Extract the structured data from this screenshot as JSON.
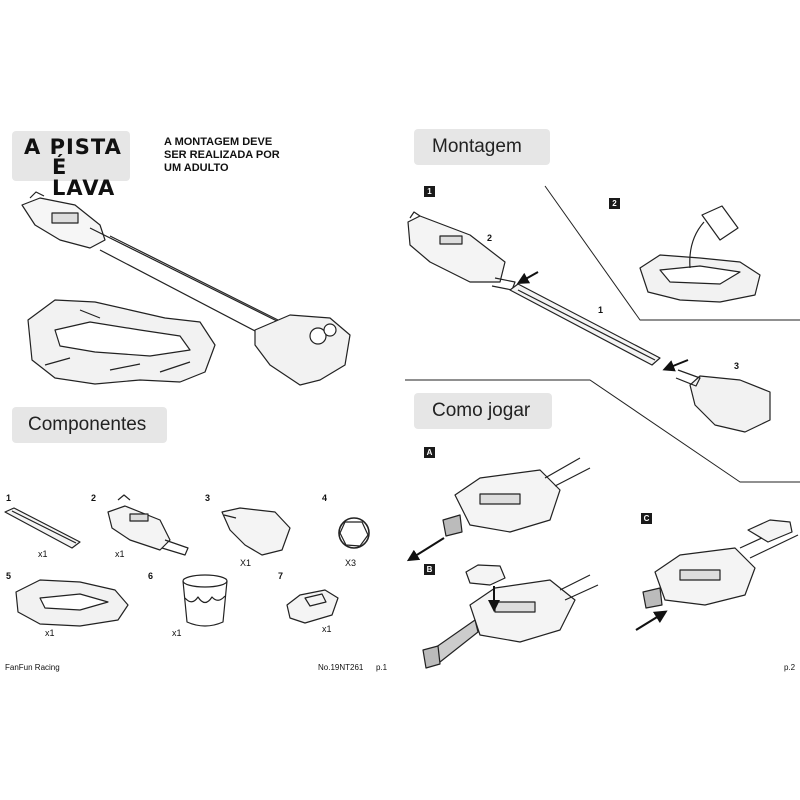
{
  "left_page": {
    "title_line1": "A PISTA",
    "title_line2": "É LAVA",
    "adult_notice": [
      "A MONTAGEM DEVE",
      "SER REALIZADA POR",
      "UM ADULTO"
    ],
    "components_heading": "Componentes",
    "components": [
      {
        "number": "1",
        "quantity": "x1"
      },
      {
        "number": "2",
        "quantity": "x1"
      },
      {
        "number": "3",
        "quantity": "X1"
      },
      {
        "number": "4",
        "quantity": "X3"
      },
      {
        "number": "5",
        "quantity": "x1"
      },
      {
        "number": "6",
        "quantity": "x1"
      },
      {
        "number": "7",
        "quantity": "x1"
      }
    ],
    "footer_brand": "FanFun Racing",
    "footer_code": "No.19NT261",
    "page_number": "p.1"
  },
  "right_page": {
    "assembly_heading": "Montagem",
    "assembly_steps": [
      "1",
      "2"
    ],
    "part_callouts": [
      "1",
      "2",
      "3"
    ],
    "play_heading": "Como jogar",
    "play_steps": [
      "A",
      "B",
      "C"
    ],
    "page_number": "p.2"
  },
  "colors": {
    "heading_bg": "#e6e6e6",
    "step_box": "#1a1a1a",
    "line": "#222222",
    "rock_fill": "#f2f2f2"
  }
}
